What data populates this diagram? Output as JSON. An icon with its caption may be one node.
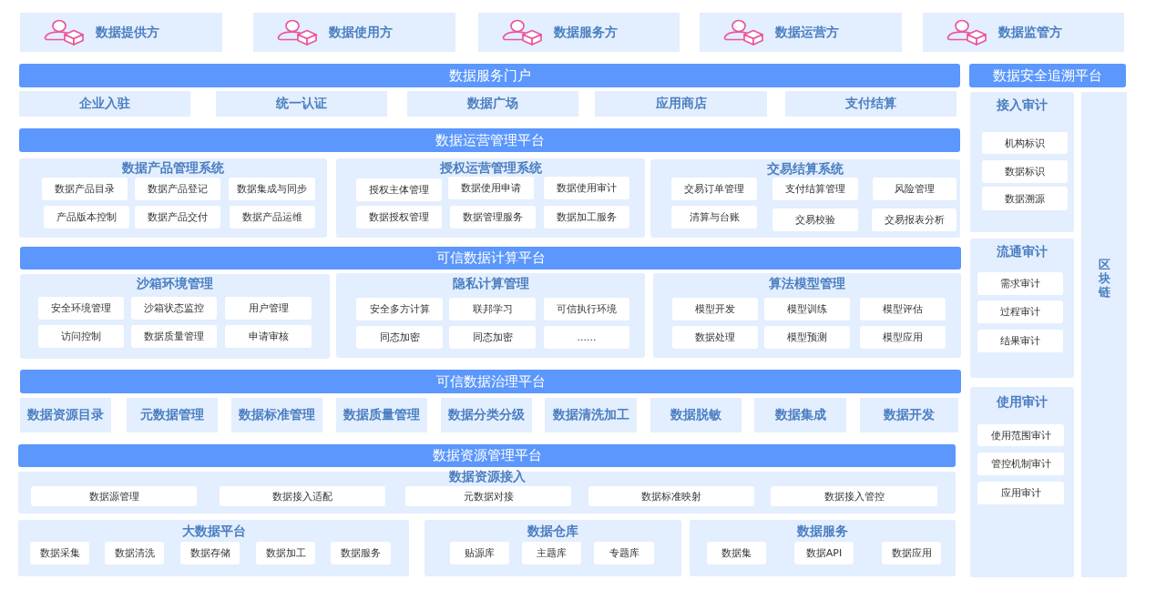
{
  "diagram": {
    "nodes": [
      {
        "text": [
          "数据提供方"
        ]
      },
      {
        "text": [
          "数据使用方"
        ]
      },
      {
        "text": [
          "数据服务方"
        ]
      },
      {
        "text": [
          "数据运营方"
        ]
      },
      {
        "text": [
          "数据监管方"
        ]
      },
      {
        "text": [
          "数据服务门户"
        ]
      },
      {
        "text": [
          "数据安全追溯平台"
        ]
      },
      {
        "text": [
          "企业入驻"
        ]
      },
      {
        "text": [
          "统一认证"
        ]
      },
      {
        "text": [
          "数据广场"
        ]
      },
      {
        "text": [
          "应用商店"
        ]
      },
      {
        "text": [
          "支付结算"
        ]
      },
      {
        "text": [
          "数据运营管理平台"
        ]
      },
      {
        "text": [
          "数据产品管理系统"
        ]
      },
      {
        "text": [
          "数据产品目录"
        ],
        "in": 13
      },
      {
        "text": [
          "数据产品登记"
        ],
        "in": 13
      },
      {
        "text": [
          "数据集成与同步"
        ],
        "in": 13
      },
      {
        "text": [
          "产品版本控制"
        ],
        "in": 13
      },
      {
        "text": [
          "数据产品交付"
        ],
        "in": 13
      },
      {
        "text": [
          "数据产品运维"
        ],
        "in": 13
      },
      {
        "text": [
          "授权运营管理系统"
        ]
      },
      {
        "text": [
          "授权主体管理"
        ],
        "in": 20
      },
      {
        "text": [
          "数据使用申请"
        ],
        "in": 20
      },
      {
        "text": [
          "数据使用审计"
        ],
        "in": 20
      },
      {
        "text": [
          "数据授权管理"
        ],
        "in": 20
      },
      {
        "text": [
          "数据管理服务"
        ],
        "in": 20
      },
      {
        "text": [
          "数据加工服务"
        ],
        "in": 20
      },
      {
        "text": [
          "交易结算系统"
        ]
      },
      {
        "text": [
          "交易订单管理"
        ],
        "in": 27
      },
      {
        "text": [
          "支付结算管理"
        ],
        "in": 27
      },
      {
        "text": [
          "风险管理"
        ],
        "in": 27
      },
      {
        "text": [
          "清算与台账"
        ],
        "in": 27
      },
      {
        "text": [
          "交易校验"
        ],
        "in": 27
      },
      {
        "text": [
          "交易报表分析"
        ],
        "in": 27
      },
      {
        "text": [
          "可信数据计算平台"
        ]
      },
      {
        "text": [
          "沙箱环境管理"
        ]
      },
      {
        "text": [
          "安全环境管理"
        ],
        "in": 35
      },
      {
        "text": [
          "沙箱状态监控"
        ],
        "in": 35
      },
      {
        "text": [
          "用户管理"
        ],
        "in": 35
      },
      {
        "text": [
          "访问控制"
        ],
        "in": 35
      },
      {
        "text": [
          "数据质量管理"
        ],
        "in": 35
      },
      {
        "text": [
          "申请审核"
        ],
        "in": 35
      },
      {
        "text": [
          "隐私计算管理"
        ]
      },
      {
        "text": [
          "安全多方计算"
        ],
        "in": 42
      },
      {
        "text": [
          "联邦学习"
        ],
        "in": 42
      },
      {
        "text": [
          "可信执行环境"
        ],
        "in": 42
      },
      {
        "text": [
          "同态加密"
        ],
        "in": 42
      },
      {
        "text": [
          "同态加密"
        ],
        "in": 42
      },
      {
        "text": [
          "......"
        ],
        "in": 42
      },
      {
        "text": [
          "算法模型管理"
        ]
      },
      {
        "text": [
          "模型开发"
        ],
        "in": 49
      },
      {
        "text": [
          "模型训练"
        ],
        "in": 49
      },
      {
        "text": [
          "模型评估"
        ],
        "in": 49
      },
      {
        "text": [
          "数据处理"
        ],
        "in": 49
      },
      {
        "text": [
          "模型预测"
        ],
        "in": 49
      },
      {
        "text": [
          "模型应用"
        ],
        "in": 49
      },
      {
        "text": [
          "可信数据治理平台"
        ]
      },
      {
        "text": [
          "数据资源目录"
        ]
      },
      {
        "text": [
          "元数据管理"
        ]
      },
      {
        "text": [
          "数据标准管理"
        ]
      },
      {
        "text": [
          "数据质量管理"
        ]
      },
      {
        "text": [
          "数据分类分级"
        ]
      },
      {
        "text": [
          "数据清洗加工"
        ]
      },
      {
        "text": [
          "数据脱敏"
        ]
      },
      {
        "text": [
          "数据集成"
        ]
      },
      {
        "text": [
          "数据开发"
        ]
      },
      {
        "text": [
          "数据资源管理平台"
        ]
      },
      {
        "text": [
          "数据资源接入"
        ]
      },
      {
        "text": [
          "数据源管理"
        ],
        "in": 67
      },
      {
        "text": [
          "数据接入适配"
        ],
        "in": 67
      },
      {
        "text": [
          "元数据对接"
        ],
        "in": 67
      },
      {
        "text": [
          "数据标准映射"
        ],
        "in": 67
      },
      {
        "text": [
          "数据接入管控"
        ],
        "in": 67
      },
      {
        "text": [
          "大数据平台"
        ]
      },
      {
        "text": [
          "数据采集"
        ],
        "in": 73
      },
      {
        "text": [
          "数据清洗"
        ],
        "in": 73
      },
      {
        "text": [
          "数据存储"
        ],
        "in": 73
      },
      {
        "text": [
          "数据加工"
        ],
        "in": 73
      },
      {
        "text": [
          "数据服务"
        ],
        "in": 73
      },
      {
        "text": [
          "数据仓库"
        ]
      },
      {
        "text": [
          "贴源库"
        ],
        "in": 79
      },
      {
        "text": [
          "主题库"
        ],
        "in": 79
      },
      {
        "text": [
          "专题库"
        ],
        "in": 79
      },
      {
        "text": [
          "数据服务"
        ]
      },
      {
        "text": [
          "数据集"
        ],
        "in": 83
      },
      {
        "text": [
          "数据API"
        ],
        "in": 83
      },
      {
        "text": [
          "数据应用"
        ],
        "in": 83
      },
      {
        "text": [
          "接入审计"
        ]
      },
      {
        "text": [
          "机构标识"
        ],
        "in": 87
      },
      {
        "text": [
          "数据标识"
        ],
        "in": 87
      },
      {
        "text": [
          "数据溯源"
        ],
        "in": 87
      },
      {
        "text": [
          "流通审计"
        ]
      },
      {
        "text": [
          "需求审计"
        ],
        "in": 91
      },
      {
        "text": [
          "过程审计"
        ],
        "in": 91
      },
      {
        "text": [
          "结果审计"
        ],
        "in": 91
      },
      {
        "text": [
          "使用审计"
        ]
      },
      {
        "text": [
          "使用范围审计"
        ],
        "in": 95
      },
      {
        "text": [
          "管控机制审计"
        ],
        "in": 95
      },
      {
        "text": [
          "应用审计"
        ],
        "in": 95
      },
      {
        "text": [
          "区块链"
        ]
      }
    ]
  }
}
